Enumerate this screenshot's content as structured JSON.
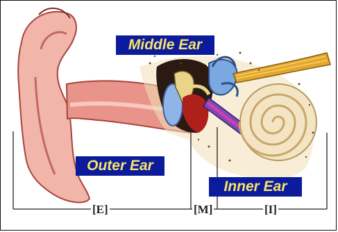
{
  "labels": {
    "middle": "Middle Ear",
    "outer": "Outer Ear",
    "inner": "Inner Ear"
  },
  "segments": {
    "e": "[E]",
    "m": "[M]",
    "i": "[I]"
  },
  "colors": {
    "label_bg": "#0c1b9c",
    "label_text": "#f5e46a"
  }
}
